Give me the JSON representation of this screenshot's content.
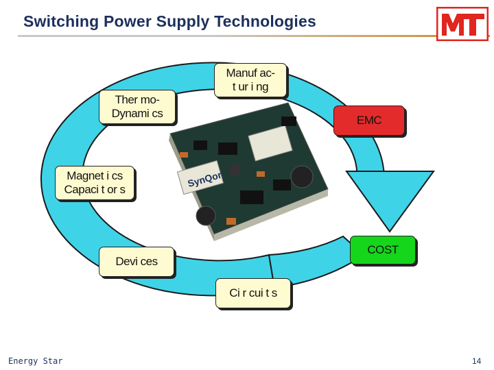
{
  "slide": {
    "title": "Switching Power Supply Technologies",
    "footer_left": "Energy Star",
    "page_number": "14"
  },
  "logo": {
    "text": "MT",
    "color": "#e0261e"
  },
  "cycle": {
    "arrow_color": "#3fd3e8",
    "labels": {
      "manufacturing_1": "Manuf ac-",
      "manufacturing_2": "t ur i ng",
      "thermo_1": "Ther mo-",
      "thermo_2": "Dynami cs",
      "emc": "EMC",
      "magnetics_1": "Magnet i cs",
      "magnetics_2": "Capaci t or s",
      "cost": "COST",
      "devices": "Devi ces",
      "circuits": "Ci r cui t s"
    }
  },
  "module": {
    "brand": "SynQor"
  }
}
